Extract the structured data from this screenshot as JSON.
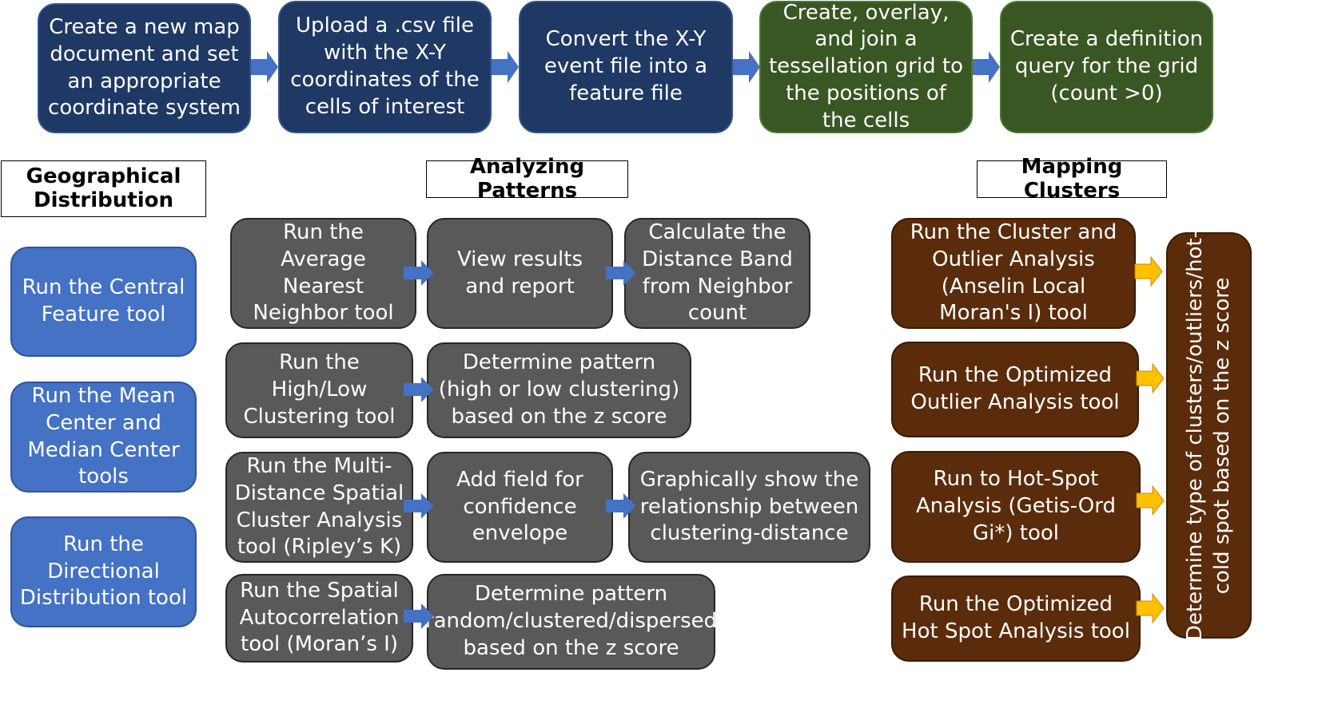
{
  "top_flow": [
    "Create a new map document and set an appropriate coordinate system",
    "Upload a .csv file with the X-Y coordinates of the cells of interest",
    "Convert the X-Y event file into a feature file",
    "Create, overlay, and join a tessellation grid to the positions of the cells",
    "Create a definition query for the grid (count >0)"
  ],
  "headers": {
    "geographical": "Geographical Distribution",
    "patterns": "Analyzing Patterns",
    "clusters": "Mapping Clusters"
  },
  "geographical_tools": [
    "Run the Central Feature tool",
    "Run the Mean Center and Median  Center tools",
    "Run the Directional Distribution tool"
  ],
  "patterns": [
    [
      "Run the Average Nearest Neighbor tool",
      "View results and report",
      "Calculate the Distance Band from Neighbor count"
    ],
    [
      "Run the High/Low Clustering tool",
      "Determine pattern (high or low clustering) based on the z score"
    ],
    [
      "Run the Multi-Distance Spatial Cluster Analysis tool (Ripley’s K)",
      "Add field for confidence envelope",
      "Graphically show the relationship between clustering-distance"
    ],
    [
      "Run the Spatial Autocorrelation tool (Moran’s I)",
      "Determine pattern (random/clustered/dispersed) based on the z score"
    ]
  ],
  "clusters": [
    "Run the Cluster and Outlier Analysis (Anselin Local Moran's I) tool",
    "Run the Optimized Outlier Analysis tool",
    "Run to Hot-Spot Analysis  (Getis-Ord Gi*) tool",
    "Run the Optimized Hot Spot Analysis tool"
  ],
  "cluster_result": "Determine type of clusters/outliers/hot-cold spot based on the z score",
  "colors": {
    "navy": "#1f3864",
    "green": "#385723",
    "blue": "#4472c4",
    "gray": "#595959",
    "brown": "#5b2c0b",
    "arrow_blue": "#4472c4",
    "arrow_yellow": "#ffc000"
  }
}
